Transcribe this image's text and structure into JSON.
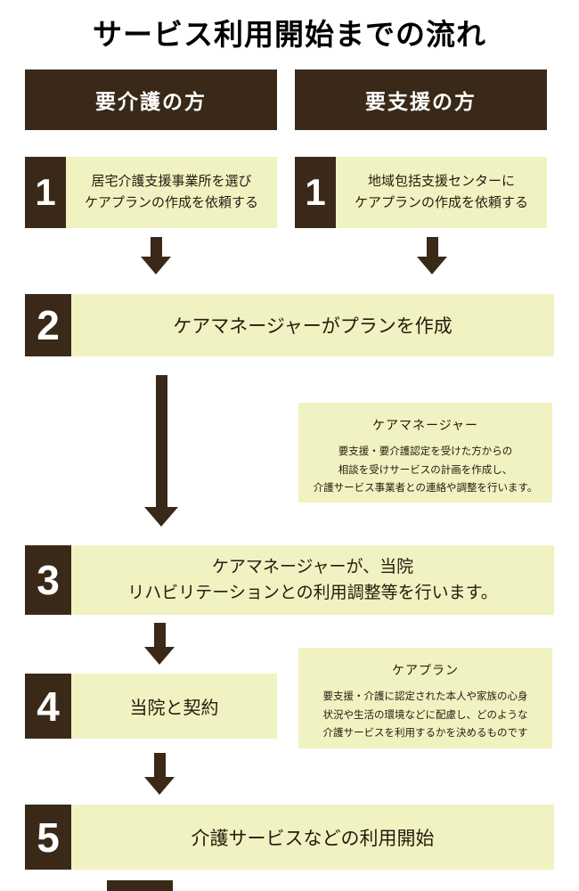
{
  "title": "サービス利用開始までの流れ",
  "colors": {
    "brown": "#3a2918",
    "yellow": "#f1f2c1",
    "text_dark": "#241b0f",
    "white": "#ffffff"
  },
  "headers": {
    "left": "要介護の方",
    "right": "要支援の方"
  },
  "steps": {
    "s1_left": {
      "number": "1",
      "line1": "居宅介護支援事業所を選び",
      "line2": "ケアプランの作成を依頼する"
    },
    "s1_right": {
      "number": "1",
      "line1": "地域包括支援センターに",
      "line2": "ケアプランの作成を依頼する"
    },
    "s2": {
      "number": "2",
      "label": "ケアマネージャーがプランを作成"
    },
    "s3": {
      "number": "3",
      "line1": "ケアマネージャーが、当院",
      "line2": "リハビリテーションとの利用調整等を行います。"
    },
    "s4": {
      "number": "4",
      "label": "当院と契約"
    },
    "s5": {
      "number": "5",
      "label": "介護サービスなどの利用開始"
    }
  },
  "notes": {
    "care_manager": {
      "title": "ケアマネージャー",
      "line1": "要支援・要介護認定を受けた方からの",
      "line2": "相談を受けサービスの計画を作成し、",
      "line3": "介護サービス事業者との連絡や調整を行います。"
    },
    "care_plan": {
      "title": "ケアプラン",
      "line1": "要支援・介護に認定された本人や家族の心身",
      "line2": "状況や生活の環境などに配慮し、どのような",
      "line3": "介護サービスを利用するかを決めるものです"
    }
  }
}
